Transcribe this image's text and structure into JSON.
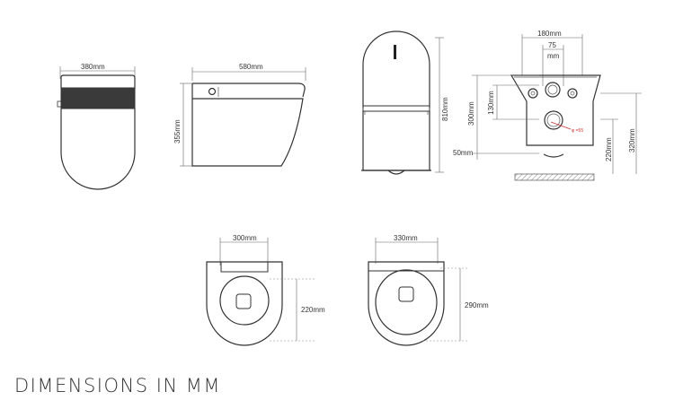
{
  "footer_text": "DIMENSIONS IN MM",
  "views": {
    "top": {
      "width_label": "380mm"
    },
    "side": {
      "length_label": "580mm",
      "height_label": "355mm"
    },
    "front_open": {
      "height_label": "810mm"
    },
    "rear": {
      "width_label": "180mm",
      "bolt_spacing_label": "75",
      "bolt_spacing_unit": "mm",
      "height_300_label": "300mm",
      "height_130_label": "130mm",
      "height_50_label": "50mm",
      "height_220_label": "220mm",
      "height_320_label": "320mm",
      "outlet_label": "φ =55"
    },
    "seat_a": {
      "width_label": "300mm",
      "depth_label": "220mm"
    },
    "seat_b": {
      "width_label": "330mm",
      "depth_label": "290mm"
    }
  },
  "colors": {
    "line": "#333333",
    "annotation": "#d03030"
  }
}
